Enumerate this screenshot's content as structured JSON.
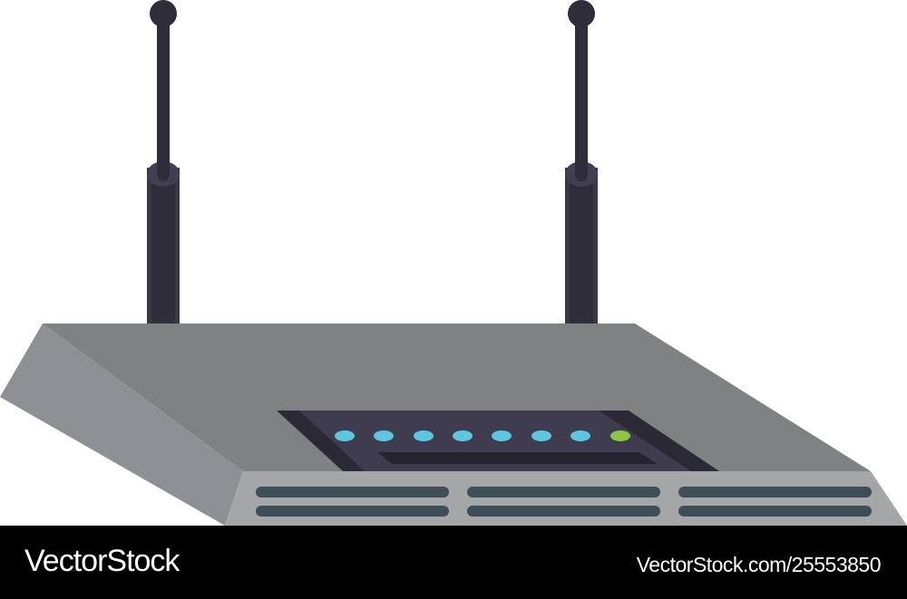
{
  "illustration": {
    "subject": "wireless router",
    "antennas": 2,
    "leds": [
      {
        "color": "#5bc8df"
      },
      {
        "color": "#5bc8df"
      },
      {
        "color": "#5bc8df"
      },
      {
        "color": "#5bc8df"
      },
      {
        "color": "#5bc8df"
      },
      {
        "color": "#5bc8df"
      },
      {
        "color": "#5bc8df"
      },
      {
        "color": "#8cc63f"
      }
    ],
    "vent_groups": 3,
    "colors": {
      "antenna": "#2f2d3a",
      "antenna_highlight": "#423f52",
      "top_surface": "#808183",
      "left_side": "#8f9093",
      "front_panel": "#a5a6a8",
      "led_panel": "#403c4f",
      "led_panel_edge": "#2c2937",
      "display_slot": "#25232e",
      "vents": "#3d4e57"
    }
  },
  "watermark": {
    "brand": "VectorStock",
    "reference": "VectorStock.com/25553850"
  }
}
